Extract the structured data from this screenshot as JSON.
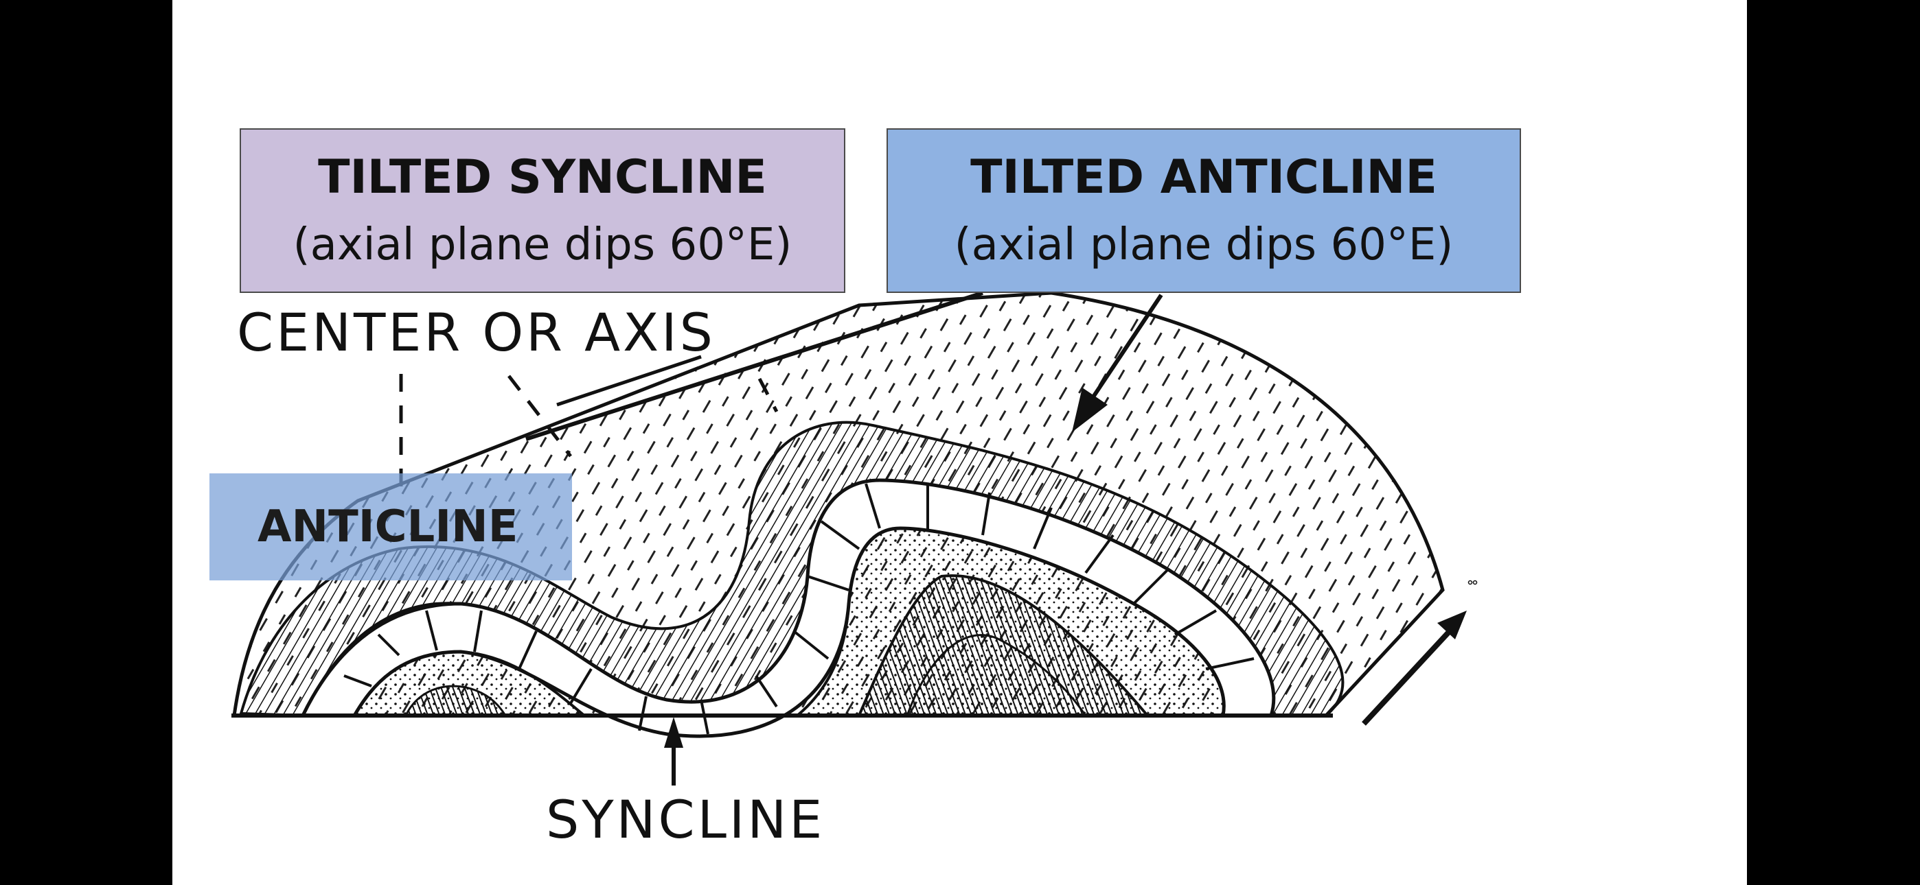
{
  "boxes": {
    "tilted_syncline": {
      "title": "TILTED SYNCLINE",
      "subtitle": "(axial plane dips 60°E)"
    },
    "tilted_anticline": {
      "title": "TILTED ANTICLINE",
      "subtitle": "(axial plane dips 60°E)"
    },
    "anticline": {
      "label": "ANTICLINE"
    }
  },
  "captions": {
    "center_or_axis": "CENTER OR AXIS",
    "syncline": "SYNCLINE"
  },
  "colors": {
    "syncline_box": "#cbbfdc",
    "anticline_box": "#8fb2e2",
    "ink": "#111111",
    "background": "#ffffff",
    "letterbox": "#000000"
  }
}
